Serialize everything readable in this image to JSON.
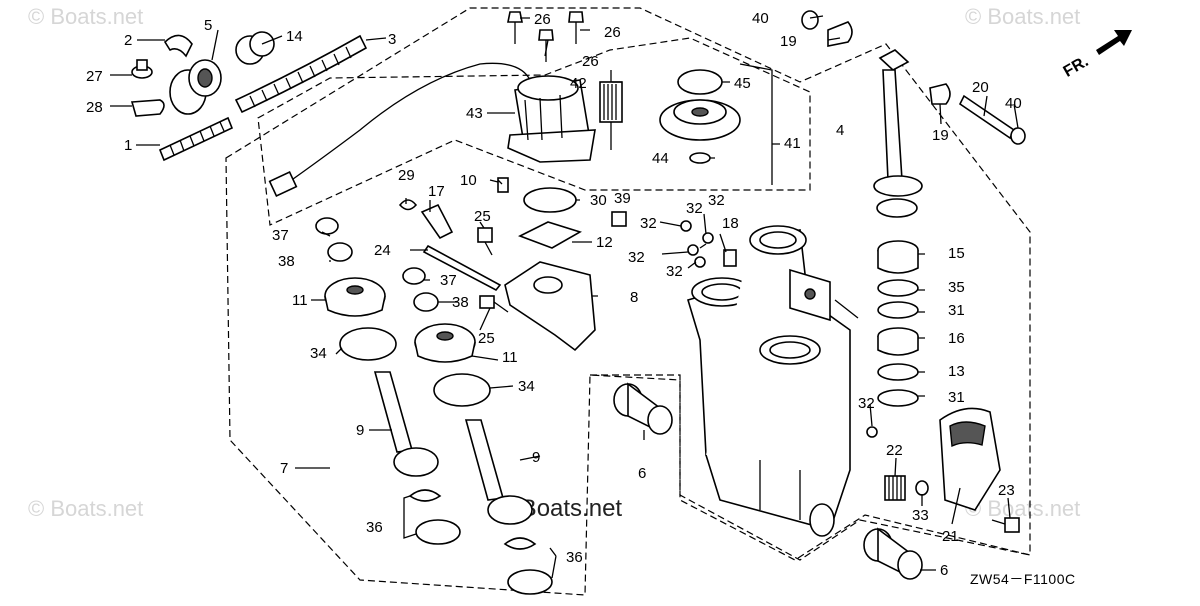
{
  "diagram": {
    "code": "ZW54－F1100C",
    "watermarks": [
      "© Boats.net",
      "© Boats.net",
      "© Boats.net",
      "© Boats.net"
    ],
    "center_mark": "©Boats.net",
    "direction": "FR.",
    "callouts": [
      "1",
      "2",
      "3",
      "4",
      "5",
      "6",
      "6",
      "7",
      "8",
      "9",
      "9",
      "10",
      "11",
      "11",
      "12",
      "13",
      "14",
      "15",
      "16",
      "17",
      "18",
      "19",
      "19",
      "20",
      "21",
      "22",
      "23",
      "24",
      "25",
      "25",
      "26",
      "26",
      "26",
      "27",
      "28",
      "29",
      "30",
      "31",
      "31",
      "32",
      "32",
      "32",
      "32",
      "32",
      "32",
      "33",
      "34",
      "34",
      "35",
      "36",
      "36",
      "37",
      "37",
      "38",
      "38",
      "39",
      "40",
      "40",
      "41",
      "42",
      "43",
      "44",
      "45"
    ]
  }
}
